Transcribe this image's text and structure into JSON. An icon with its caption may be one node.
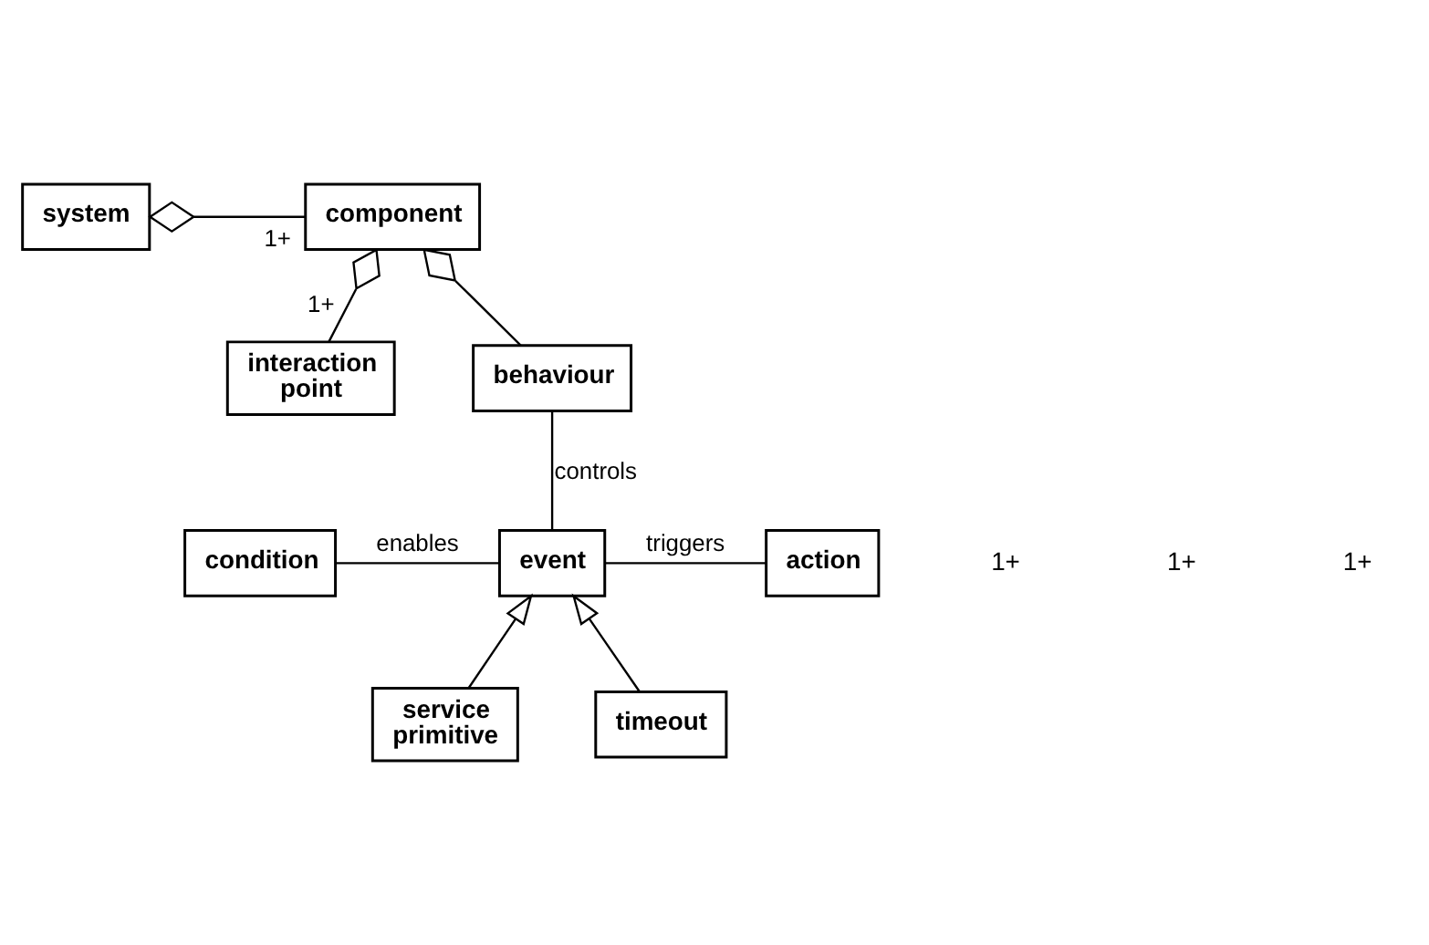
{
  "diagram": {
    "nodes": [
      {
        "text": [
          "system"
        ]
      },
      {
        "text": [
          "component"
        ]
      },
      {
        "text": [
          "interaction point"
        ]
      },
      {
        "text": [
          "behaviour"
        ]
      },
      {
        "text": [
          "condition"
        ]
      },
      {
        "text": [
          "event"
        ]
      },
      {
        "text": [
          "action"
        ]
      },
      {
        "text": [
          "service primitive"
        ]
      },
      {
        "text": [
          "timeout"
        ]
      }
    ],
    "edges": [
      {
        "from": 0,
        "to": 1,
        "arrow": "other",
        "label": "1+"
      },
      {
        "from": 1,
        "to": 2,
        "arrow": "other",
        "label": "1+"
      },
      {
        "from": 1,
        "to": 3,
        "arrow": "other"
      },
      {
        "from": 3,
        "to": 5,
        "arrow": "none",
        "label": "controls"
      },
      {
        "from": 4,
        "to": 5,
        "arrow": "none",
        "label": "enables"
      },
      {
        "from": 5,
        "to": 6,
        "arrow": "none",
        "label": "triggers"
      },
      {
        "from": 7,
        "to": 5,
        "arrow": "to"
      },
      {
        "from": 8,
        "to": 5,
        "arrow": "to"
      }
    ],
    "labels": [
      "1+",
      "1+",
      "1+"
    ]
  }
}
